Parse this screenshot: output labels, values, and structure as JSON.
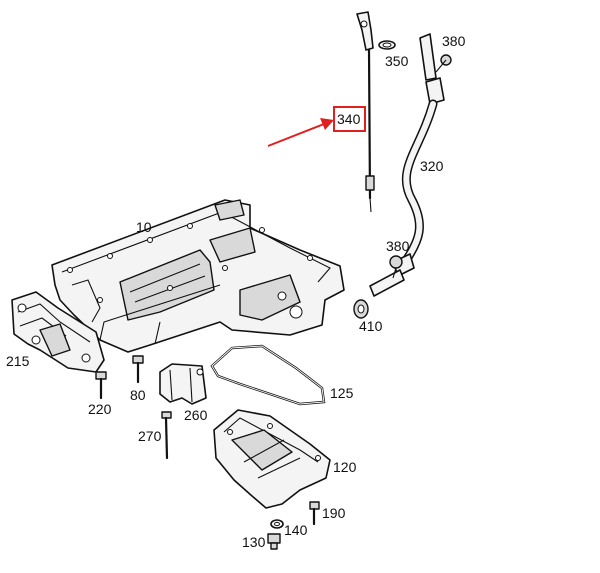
{
  "diagram": {
    "labels": {
      "p10": "10",
      "p120": "120",
      "p125": "125",
      "p130": "130",
      "p140": "140",
      "p190": "190",
      "p215": "215",
      "p220": "220",
      "p260": "260",
      "p270": "270",
      "p320": "320",
      "p340": "340",
      "p350": "350",
      "p380_top": "380",
      "p380_mid": "380",
      "p410": "410",
      "p80": "80"
    },
    "highlight": {
      "part": "340",
      "color": "#e0201e"
    },
    "line_color": "#111111"
  }
}
